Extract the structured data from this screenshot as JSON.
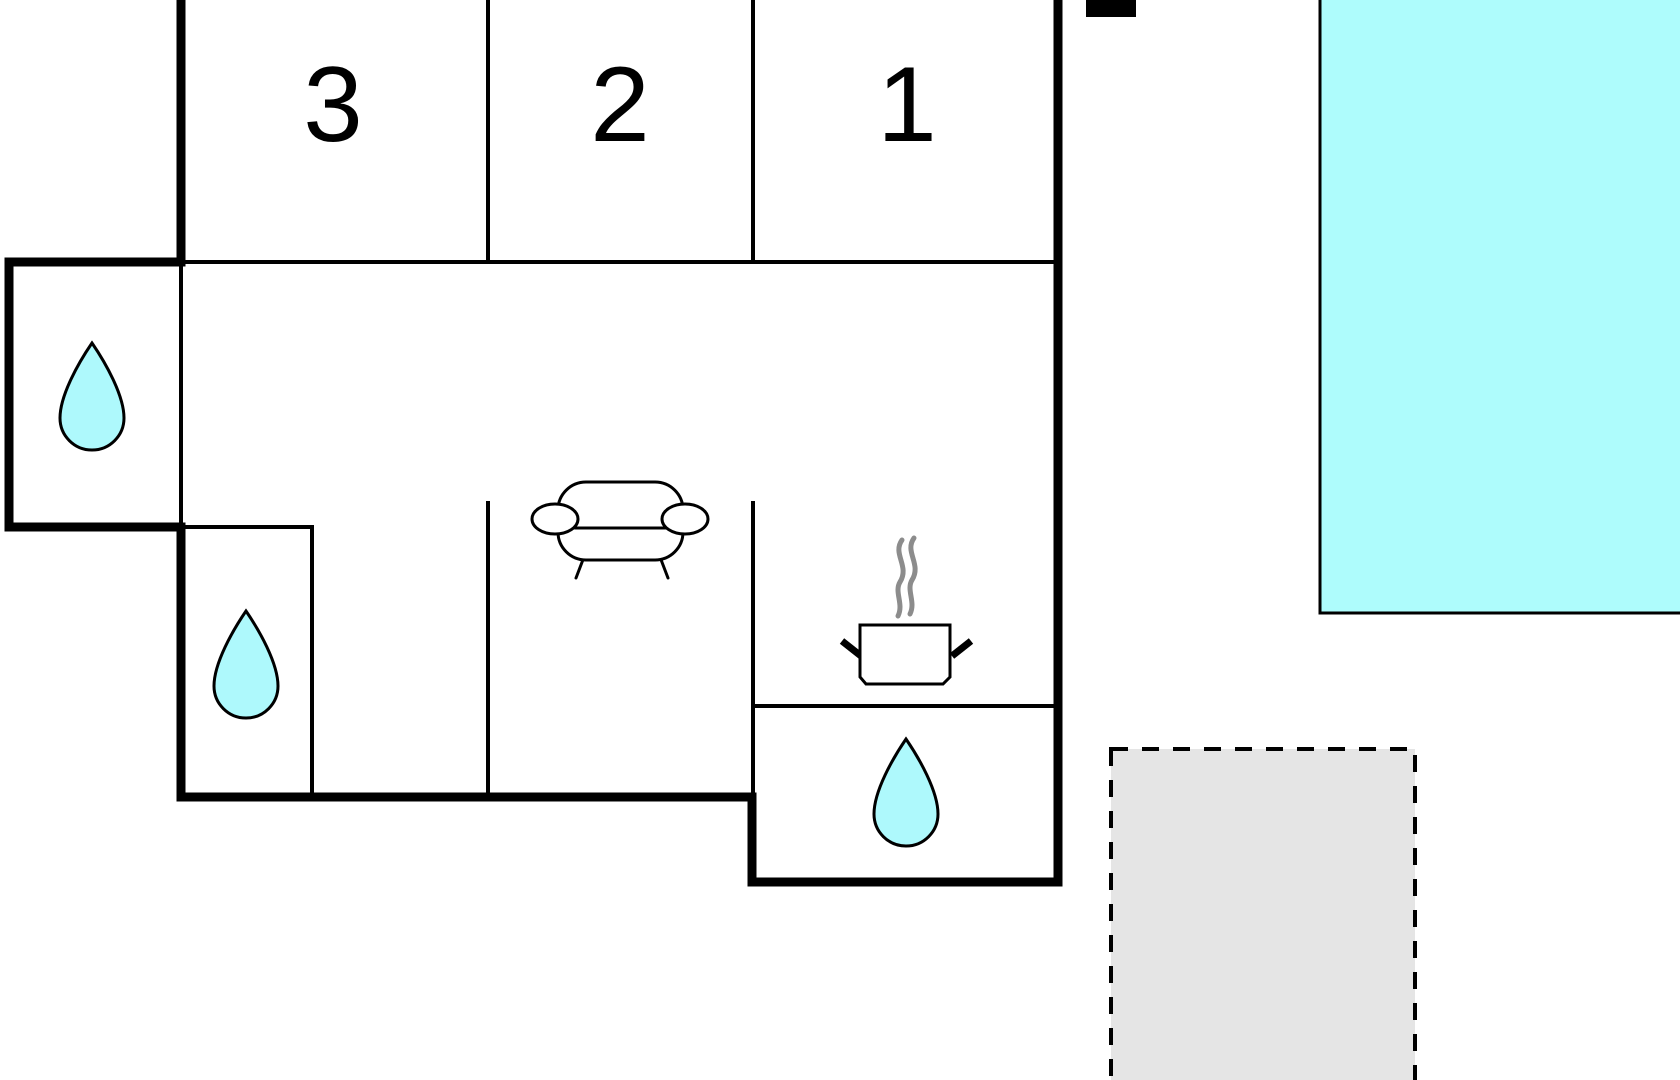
{
  "bedrooms": [
    {
      "number": "3"
    },
    {
      "number": "2"
    },
    {
      "number": "1"
    }
  ],
  "icons": {
    "bathroom": "water-drop-icon",
    "living_room": "sofa-icon",
    "kitchen": "cooking-pot-icon"
  },
  "colors": {
    "wall": "#000000",
    "water": "#aef9fc",
    "pool": "#aefcfc",
    "parking": "#e5e5e5",
    "steam": "#8c8c8c",
    "background": "#ffffff"
  }
}
